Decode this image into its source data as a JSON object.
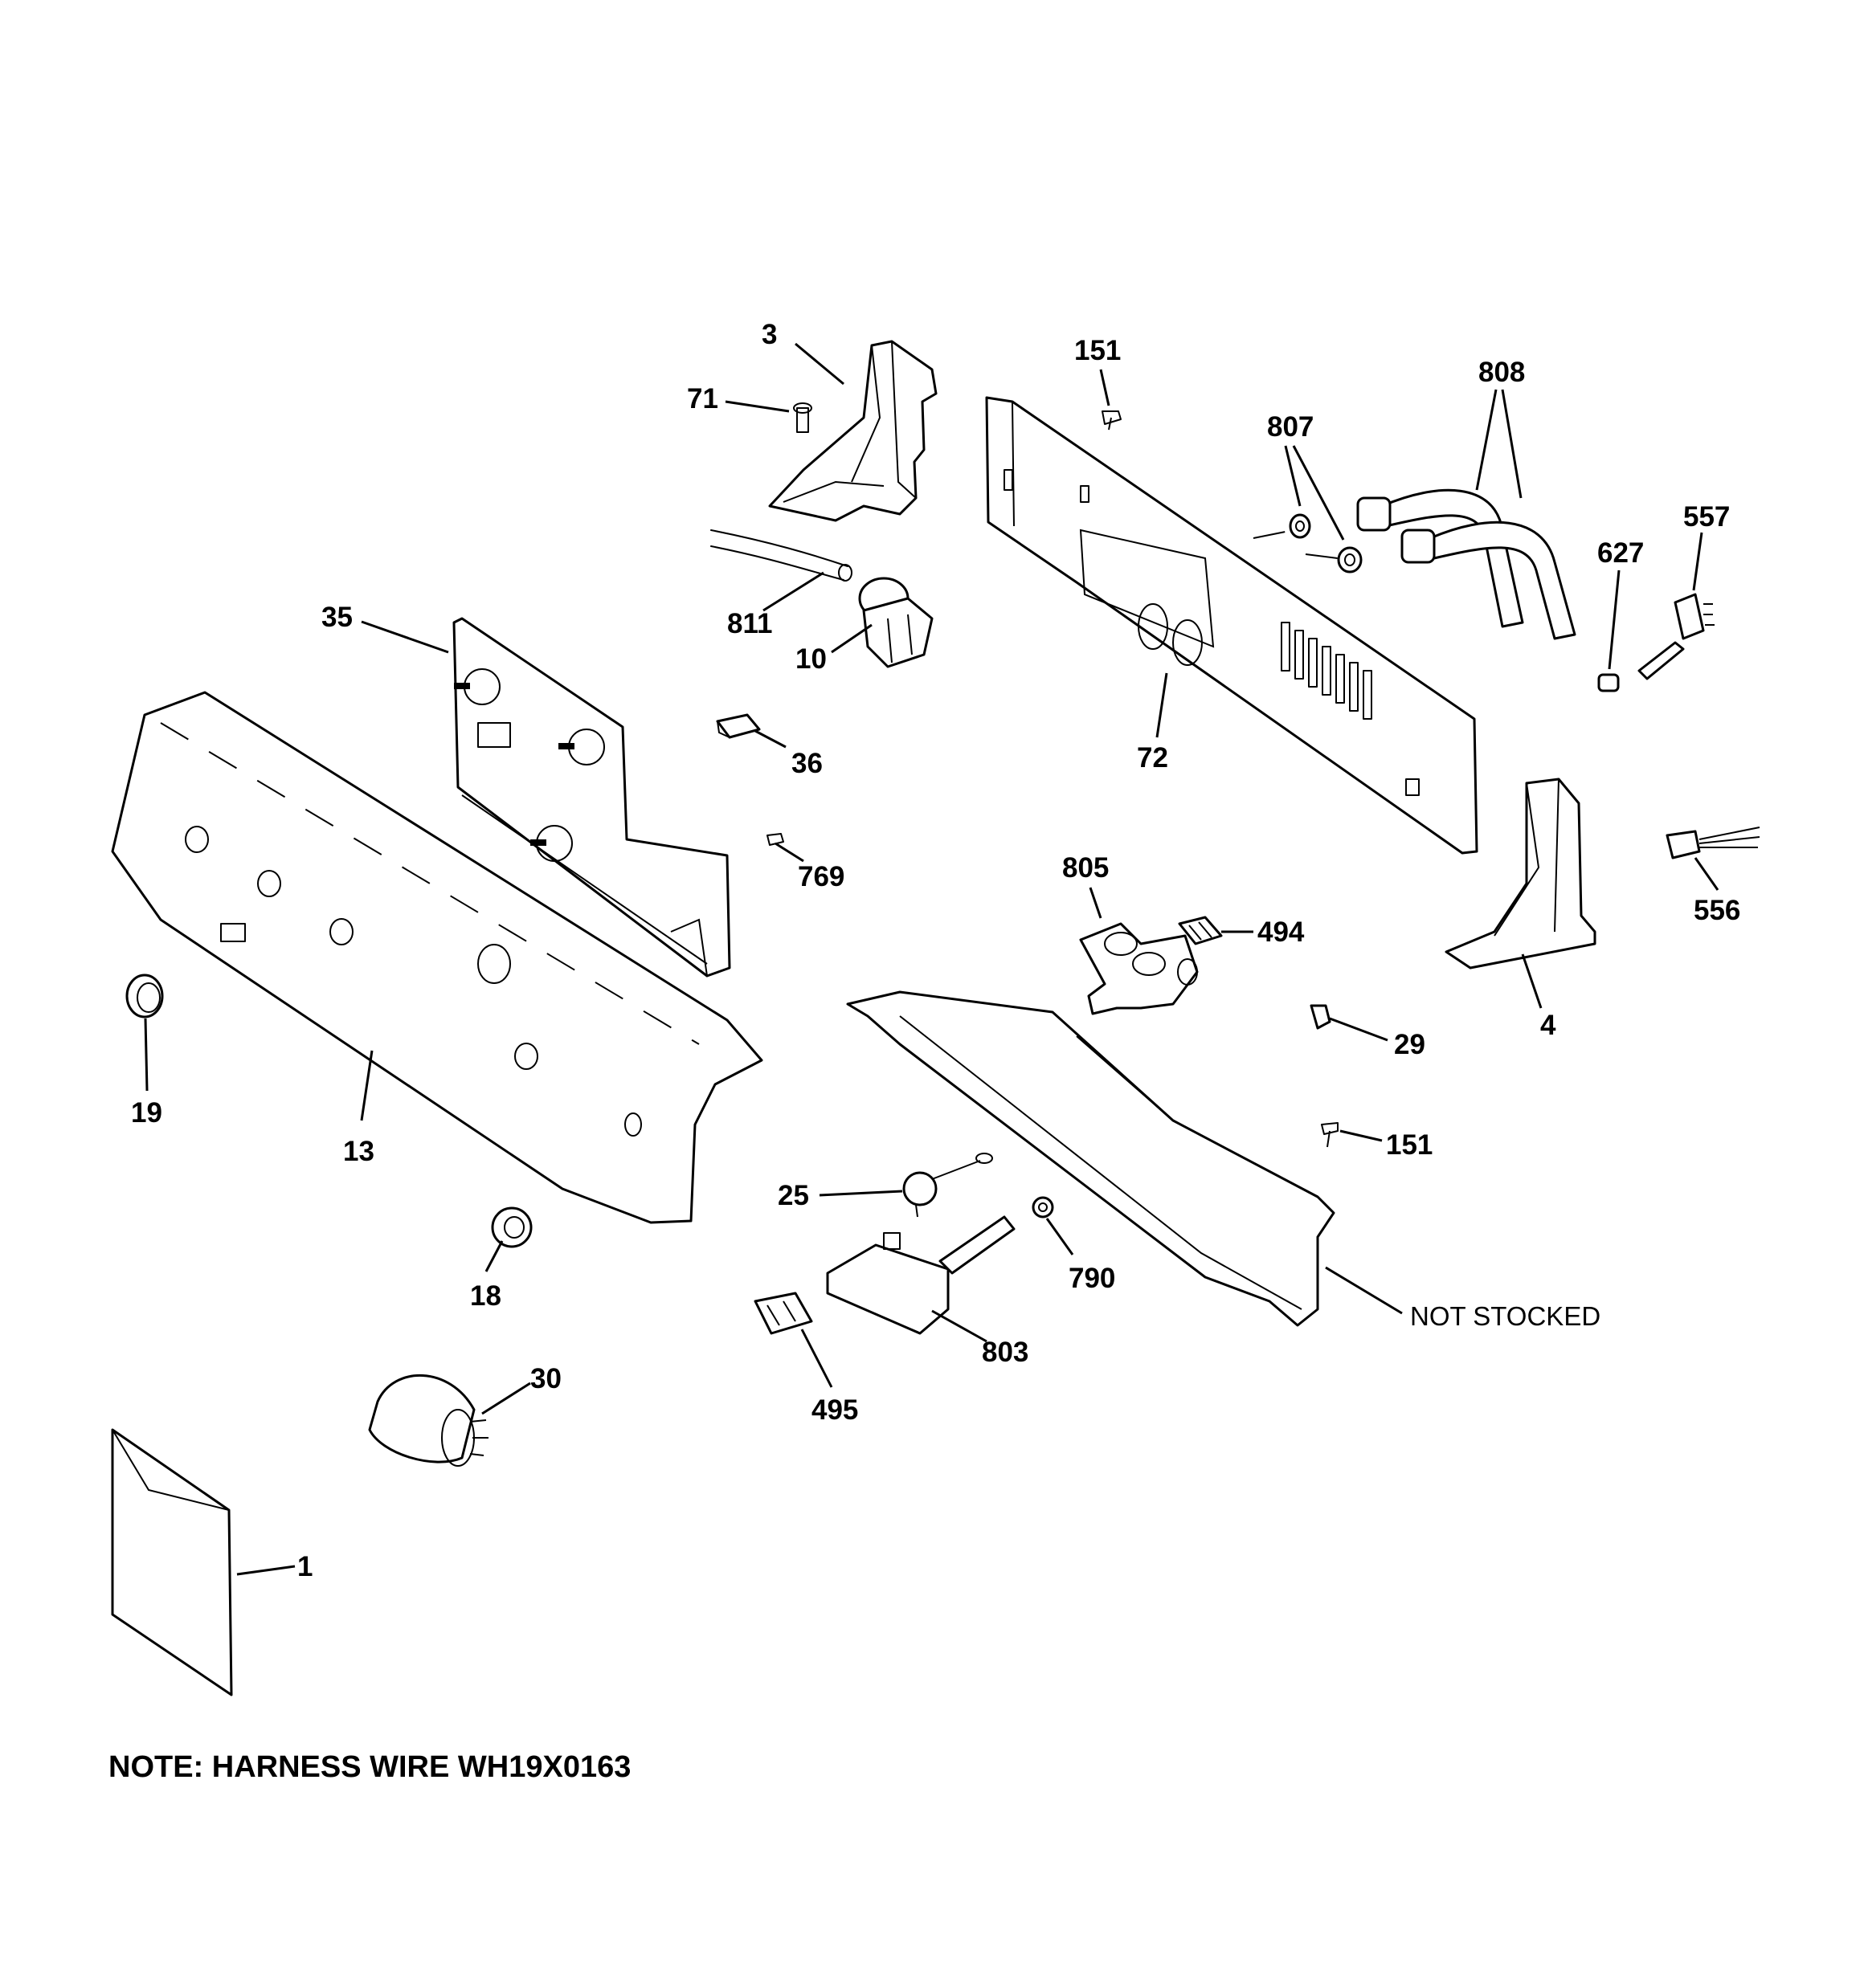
{
  "callouts": {
    "c3": "3",
    "c71": "71",
    "c151a": "151",
    "c807": "807",
    "c808": "808",
    "c557": "557",
    "c627": "627",
    "c35": "35",
    "c811": "811",
    "c10": "10",
    "c36": "36",
    "c72": "72",
    "c769": "769",
    "c805": "805",
    "c494": "494",
    "c556": "556",
    "c4": "4",
    "c19": "19",
    "c13": "13",
    "c29": "29",
    "c151b": "151",
    "c25": "25",
    "c790": "790",
    "c18": "18",
    "c803": "803",
    "c495": "495",
    "c30": "30",
    "c1": "1"
  },
  "not_stocked": "NOT STOCKED",
  "note": "NOTE: HARNESS WIRE WH19X0163"
}
